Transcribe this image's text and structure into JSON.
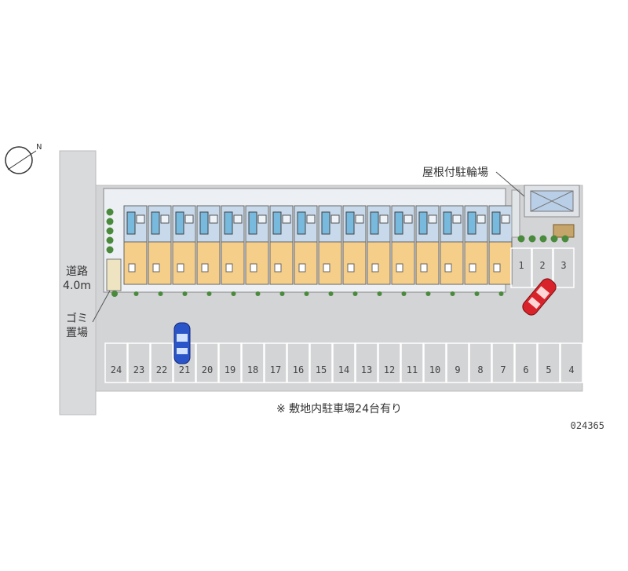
{
  "road_label_line1": "道路",
  "road_label_line2": "4.0m",
  "garbage_label_line1": "ゴミ",
  "garbage_label_line2": "置場",
  "bicycle_parking_label": "屋根付駐輪場",
  "note": "※ 敷地内駐車場24台有り",
  "map_code": "024365",
  "compass_letter": "N",
  "icons": {
    "compass": "north-arrow-icon",
    "car": "car-icon"
  },
  "colors": {
    "lot": "#d3d4d6",
    "road": "#d9dadc",
    "unit_floor": "#f5cf8a",
    "unit_roof": "#c7d9ea",
    "stair": "#78b9de",
    "shrub": "#4a8a3c",
    "red_car": "#d9232a",
    "blue_car": "#2a55c8"
  },
  "parking_row_bottom": [
    "24",
    "23",
    "22",
    "21",
    "20",
    "19",
    "18",
    "17",
    "16",
    "15",
    "14",
    "13",
    "12",
    "11",
    "10",
    "9",
    "8",
    "7",
    "6",
    "5",
    "4"
  ],
  "parking_row_right": [
    "1",
    "2",
    "3"
  ],
  "unit_count": 16,
  "parked_cars": [
    {
      "color": "blue",
      "space": "21"
    },
    {
      "color": "red",
      "space": "near 2-3"
    }
  ]
}
